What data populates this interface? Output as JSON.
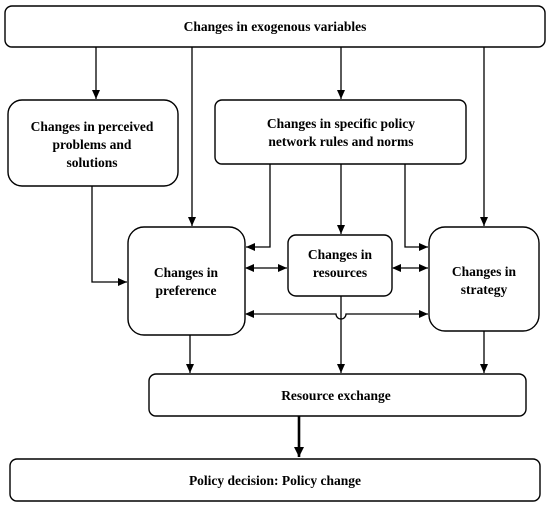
{
  "diagram": {
    "exogenous": "Changes in exogenous variables",
    "perceived": [
      "Changes in perceived",
      "problems and",
      "solutions"
    ],
    "network_rules": [
      "Changes in specific policy",
      "network rules and norms"
    ],
    "preference": [
      "Changes in",
      "preference"
    ],
    "resources": [
      "Changes in",
      "resources"
    ],
    "strategy": [
      "Changes in",
      "strategy"
    ],
    "resource_exchange": "Resource exchange",
    "policy_decision": "Policy decision: Policy change"
  }
}
